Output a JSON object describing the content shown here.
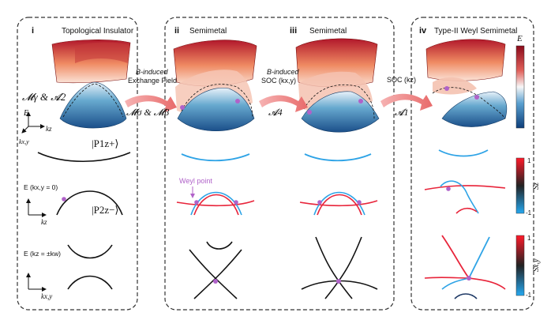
{
  "panels": [
    {
      "id": "i",
      "roman": "i",
      "title": "Topological Insulator"
    },
    {
      "id": "ii",
      "roman": "ii",
      "title": "Semimetal"
    },
    {
      "id": "iii",
      "roman": "iii",
      "title": "Semimetal"
    },
    {
      "id": "iv",
      "roman": "iv",
      "title": "Type-II Weyl Semimetal"
    }
  ],
  "arrows": [
    {
      "line1": "B-induced",
      "line2": "Exchange Field",
      "symbol": "𝓜σ & 𝓜β"
    },
    {
      "line1": "B-induced",
      "line2": "SOC (kx,y)",
      "symbol": "𝓐4"
    },
    {
      "line1": "SOC (kz)",
      "line2": "",
      "symbol": "𝓐1"
    }
  ],
  "panel_i": {
    "symmetry": "𝓜γ & 𝓐2",
    "axis_e": "E",
    "axis_kz": "kz",
    "axis_kxy": "kx,y",
    "ket_top": "|P1z+⟩",
    "ket_bottom": "|P2z−⟩",
    "plot2_ylabel": "E (kx,y = 0)",
    "plot2_xlabel": "kz",
    "plot3_ylabel": "E (kz = ±kw)",
    "plot3_xlabel": "kx,y"
  },
  "weyl_point_label": "Weyl point",
  "colorbars": {
    "energy": {
      "label": "E"
    },
    "sz": {
      "label": "Sz",
      "max": "1",
      "min": "-1"
    },
    "sxy": {
      "label": "Sx,y",
      "max": "1",
      "min": "-1"
    }
  },
  "colors": {
    "red": "#d7263d",
    "blue": "#2ea3e6",
    "weyl_point": "#b062c9",
    "arrow": "#f08080"
  }
}
